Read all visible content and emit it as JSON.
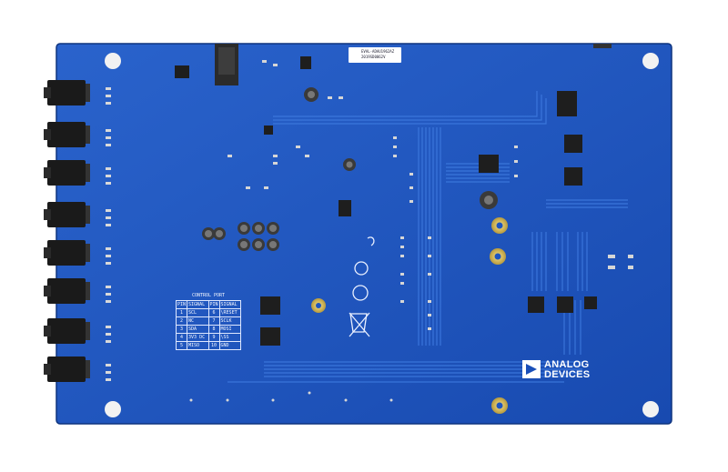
{
  "board": {
    "control_port": {
      "title": "CONTROL PORT",
      "headers": [
        "PIN",
        "SIGNAL",
        "PIN",
        "SIGNAL"
      ],
      "rows": [
        [
          "1",
          "SCL",
          "6",
          "\\RESET"
        ],
        [
          "2",
          "NC",
          "7",
          "SCLK"
        ],
        [
          "3",
          "SDA",
          "8",
          "MOSI"
        ],
        [
          "4",
          "3V3 DC",
          "9",
          "\\SS"
        ],
        [
          "5",
          "MISO",
          "10",
          "GND"
        ]
      ]
    },
    "logo": {
      "line1": "ANALOG",
      "line2": "DEVICES"
    },
    "sticker": {
      "line1": "EVAL-ADAU1962AZ",
      "line2": "2019SD0062V"
    },
    "colors": {
      "pcb": "#1c55c2",
      "silkscreen": "#ffffff",
      "copper": "#d6c06a",
      "shadow": "#0f3a8f"
    }
  }
}
